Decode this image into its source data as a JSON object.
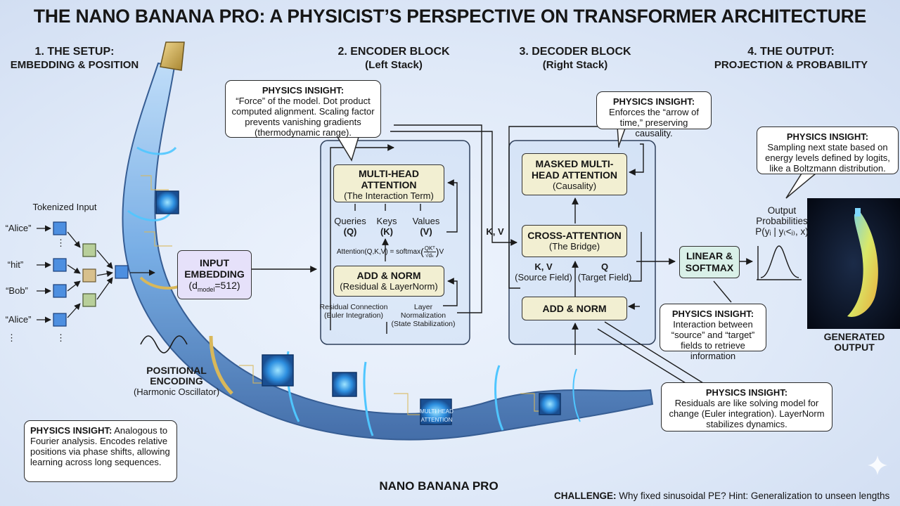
{
  "title": "THE NANO BANANA PRO: A PHYSICIST’S PERSPECTIVE ON TRANSFORMER ARCHITECTURE",
  "sections": {
    "setup": {
      "line1": "1. THE SETUP:",
      "line2": "EMBEDDING & POSITION"
    },
    "encoder": {
      "line1": "2. ENCODER BLOCK",
      "line2": "(Left Stack)"
    },
    "decoder": {
      "line1": "3. DECODER BLOCK",
      "line2": "(Right Stack)"
    },
    "output": {
      "line1": "4. THE OUTPUT:",
      "line2": "PROJECTION & PROBABILITY"
    }
  },
  "tokens": {
    "header": "Tokenized Input",
    "items": [
      "“Alice”",
      "“hit”",
      "“Bob”",
      "“Alice”"
    ],
    "ellipsis": "⋮"
  },
  "input_embedding": {
    "title1": "INPUT",
    "title2": "EMBEDDING",
    "dim_prefix": "(d",
    "dim_sub": "model",
    "dim_suffix": "=512)"
  },
  "positional": {
    "title1": "POSITIONAL",
    "title2": "ENCODING",
    "sub": "(Harmonic Oscillator)"
  },
  "insights": {
    "positional": {
      "head": "PHYSICS INSIGHT:",
      "body": " Analogous to Fourier analysis. Encodes relative positions via phase shifts, allowing learning across long sequences."
    },
    "encoder": {
      "head": "PHYSICS INSIGHT:",
      "body": "“Force” of the model. Dot product computed alignment. Scaling factor prevents vanishing gradients (thermodynamic range)."
    },
    "masked": {
      "head": "PHYSICS INSIGHT:",
      "body": "Enforces the “arrow of time,” preserving causality."
    },
    "output": {
      "head": "PHYSICS INSIGHT:",
      "body": "Sampling next state based on energy levels defined by logits, like a Boltzmann distribution."
    },
    "cross": {
      "head": "PHYSICS INSIGHT:",
      "body": "Interaction between “source” and “target” fields to retrieve information"
    },
    "residual": {
      "head": "PHYSICS INSIGHT:",
      "body": "Residuals are like solving model for change (Euler integration). LayerNorm stabilizes dynamics."
    }
  },
  "encoder": {
    "mha_title1": "MULTI-HEAD",
    "mha_title2": "ATTENTION",
    "mha_sub": "(The Interaction Term)",
    "queries": "Queries",
    "q": "(Q)",
    "keys": "Keys",
    "k": "(K)",
    "values": "Values",
    "v": "(V)",
    "formula_left": "Attention(Q,K,V) = softmax",
    "formula_num": "QKᵀ",
    "formula_den": "√dₖ",
    "formula_right": "V",
    "addnorm_title": "ADD & NORM",
    "addnorm_sub": "(Residual & LayerNorm)",
    "residual_label": "Residual Connection",
    "residual_sub": "(Euler Integration)",
    "layer_label1": "Layer",
    "layer_label2": "Normalization",
    "layer_sub": "(State Stabilization)"
  },
  "decoder": {
    "masked_title1": "MASKED MULTI-",
    "masked_title2": "HEAD ATTENTION",
    "masked_sub": "(Causality)",
    "kv_in": "K, V",
    "cross_title": "CROSS-ATTENTION",
    "cross_sub": "(The Bridge)",
    "kv": "K, V",
    "kv_sub": "(Source Field)",
    "q": "Q",
    "q_sub": "(Target Field)",
    "addnorm_title": "ADD & NORM"
  },
  "output": {
    "linear1": "LINEAR &",
    "linear2": "SOFTMAX",
    "prob1": "Output",
    "prob2": "Probabilities",
    "prob3": "P(yᵢ | y₍<ᵢ₎, x)",
    "generated1": "GENERATED",
    "generated2": "OUTPUT"
  },
  "footer": {
    "brand": "NANO BANANA PRO",
    "challenge_head": "CHALLENGE:",
    "challenge_body": " Why fixed sinusoidal PE? Hint: Generalization to unseen lengths"
  },
  "chip_text": "MULTI HEAD ATTENTION",
  "colors": {
    "blue_glow": "#38b8ff",
    "banana_gold": "#d9b85a",
    "block_fill": "#f2efd2",
    "embed_fill": "#e6e1fa",
    "linear_fill": "#d9f0e8"
  }
}
